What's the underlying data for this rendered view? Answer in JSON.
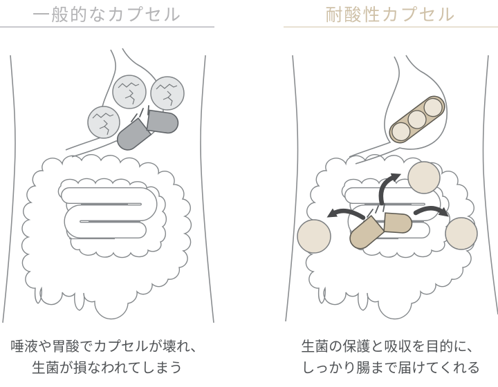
{
  "panels": {
    "left": {
      "title": "一般的なカプセル",
      "caption_line1": "唾液や胃酸でカプセルが壊れ、",
      "caption_line2": "生菌が損なわれてしまう",
      "title_color": "#b3b3b5",
      "underline_color": "#c9c9cd",
      "illustration": "digestive-tract-with-broken-capsule-and-damaged-bacteria"
    },
    "right": {
      "title": "耐酸性カプセル",
      "caption_line1": "生菌の保護と吸収を目的に、",
      "caption_line2": "しっかり腸まで届けてくれる",
      "title_color": "#cfc1a8",
      "underline_color": "#e8e0d2",
      "illustration": "digestive-tract-with-intact-capsule-releasing-bacteria-in-intestine"
    }
  },
  "colors": {
    "background": "#ffffff",
    "organ_outline": "#84888b",
    "body_outline": "#8a8d90",
    "broken_capsule_fill": "#abaeb1",
    "damaged_bacteria_fill": "#e4e6e7",
    "acid_capsule_fill": "#d2c4aa",
    "capsule_content_fill": "#ece5d8",
    "released_bacteria_fill": "#eae2d4",
    "arrow_color": "#48494b",
    "burst_line_color": "#5a5e61",
    "caption_color": "#505356"
  }
}
